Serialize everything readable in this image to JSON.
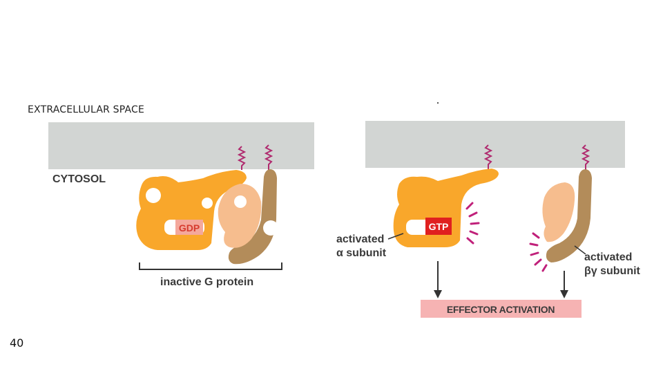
{
  "labels": {
    "extracellular": "EXTRACELLULAR SPACE",
    "cytosol": "CYTOSOL",
    "gdp": "GDP",
    "gtp": "GTP",
    "inactive": "inactive G protein",
    "alpha_line1": "activated",
    "alpha_line2": "α subunit",
    "bg_line1": "activated",
    "bg_line2": "βγ subunit",
    "effector": "EFFECTOR ACTIVATION",
    "page_number": "40"
  },
  "colors": {
    "membrane": "#d2d5d3",
    "alpha_subunit": "#f9a72b",
    "beta_subunit": "#f6bd8e",
    "gamma_subunit": "#b38c5a",
    "gdp_box": "#f4a89c",
    "gdp_text": "#d63a2e",
    "gtp_box": "#e0201f",
    "gtp_text": "#ffffff",
    "lipid_anchor": "#b02a6e",
    "activation_spikes": "#c0207a",
    "effector_box": "#f6b3b3",
    "text": "#3a3a3a"
  }
}
